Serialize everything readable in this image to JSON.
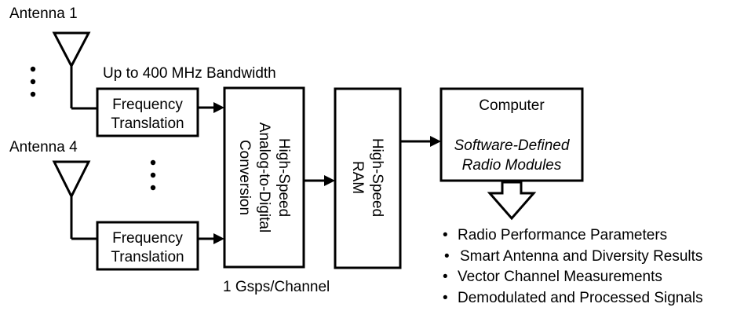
{
  "antennas": [
    {
      "label": "Antenna 1"
    },
    {
      "label": "Antenna 4"
    }
  ],
  "bandwidth_label": "Up to 400 MHz Bandwidth",
  "sample_rate_label": "1 Gsps/Channel",
  "freq_translation": [
    {
      "line1": "Frequency",
      "line2": "Translation"
    },
    {
      "line1": "Frequency",
      "line2": "Translation"
    }
  ],
  "adc": {
    "line1": "High-Speed",
    "line2": "Analog-to-Digital",
    "line3": "Conversion"
  },
  "ram": {
    "line1": "High-Speed",
    "line2": "RAM"
  },
  "computer": {
    "title": "Computer",
    "line1": "Software-Defined",
    "line2": "Radio Modules"
  },
  "outputs": [
    {
      "bullet": "•",
      "text": "Radio Performance Parameters"
    },
    {
      "bullet": "•",
      "text": "Smart Antenna and Diversity Results"
    },
    {
      "bullet": "•",
      "text": "Vector Channel Measurements"
    },
    {
      "bullet": "•",
      "text": "Demodulated and Processed Signals"
    }
  ]
}
